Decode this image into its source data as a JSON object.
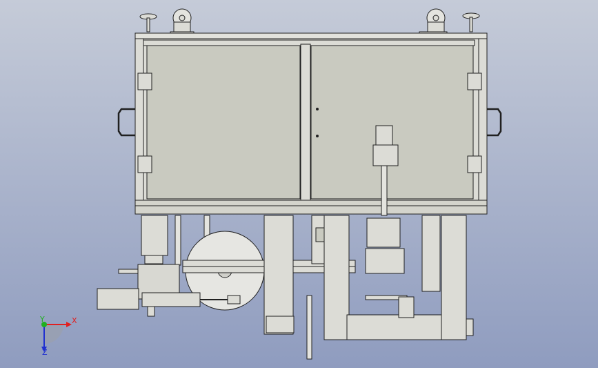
{
  "scene": {
    "background_top": "#c5cbd8",
    "background_bottom": "#8f9cbf",
    "panel_fill": "#c9cac0",
    "frame_fill": "#dcdcd6",
    "line_color": "#202020"
  },
  "triad": {
    "x_label": "X",
    "y_label": "Y",
    "z_label": "Z",
    "x_color": "#e02020",
    "y_color": "#20b020",
    "z_color": "#2030d0"
  }
}
